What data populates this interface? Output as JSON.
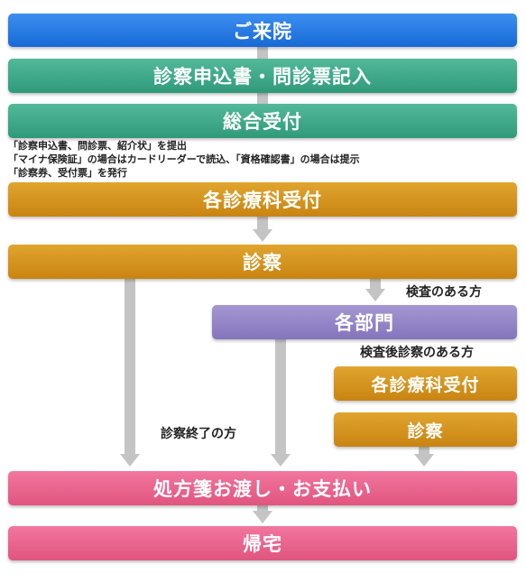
{
  "flow": {
    "visit": "ご来院",
    "application": "診察申込書・問診票記入",
    "reception": "総合受付",
    "reception_notes": [
      "「診察申込書、問診票、紹介状」を提出",
      "「マイナ保険証」の場合はカードリーダーで読込、「資格確認書」の場合は提示",
      "「診察券、受付票」を発行"
    ],
    "dept_reception": "各診療科受付",
    "exam": "診察",
    "label_tested": "検査のある方",
    "departments": "各部門",
    "label_exam_after_test": "検査後診察のある方",
    "dept_reception_2": "各診療科受付",
    "exam_2": "診察",
    "label_exam_done": "診察終了の方",
    "prescription": "処方箋お渡し・お支払い",
    "home": "帰宅"
  },
  "colors": {
    "blue": "#1769d6",
    "green": "#2f9a7a",
    "orange": "#c98412",
    "purple": "#8474bc",
    "pink": "#e0557f",
    "arrow": "#c4c4c4"
  }
}
